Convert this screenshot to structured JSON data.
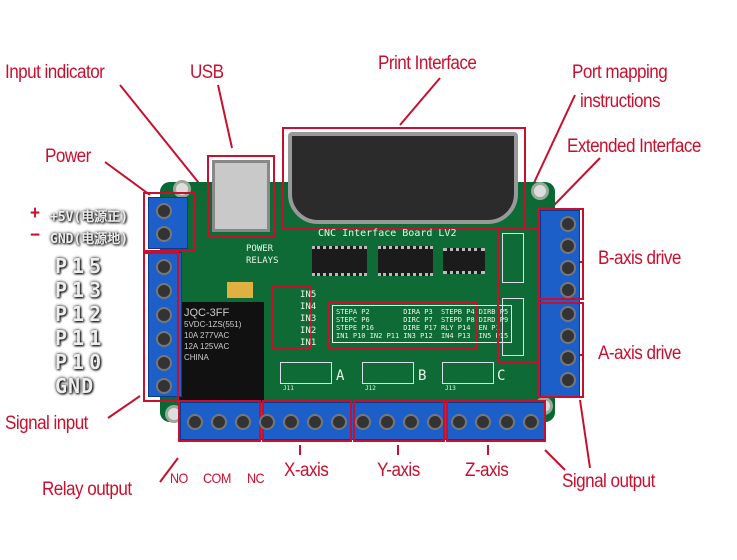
{
  "annotations": {
    "input_indicator": "Input indicator",
    "usb": "USB",
    "print_interface": "Print Interface",
    "port_mapping_1": "Port mapping",
    "port_mapping_2": "instructions",
    "extended_interface": "Extended Interface",
    "power": "Power",
    "b_axis": "B-axis drive",
    "a_axis": "A-axis drive",
    "signal_input": "Signal input",
    "relay_output": "Relay output",
    "no": "NO",
    "com": "COM",
    "nc": "NC",
    "x_axis": "X-axis",
    "y_axis": "Y-axis",
    "z_axis": "Z-axis",
    "signal_output": "Signal output"
  },
  "power_labels": {
    "plus": "+",
    "minus": "−",
    "vcc": "+5V(电源正)",
    "gnd": "GND(电源地)"
  },
  "pins": [
    "P15",
    "P13",
    "P12",
    "P11",
    "P10",
    "GND"
  ],
  "board": {
    "title": "CNC Interface Board LV2",
    "power": "POWER",
    "relays": "RELAYS",
    "inputs": [
      "IN5",
      "IN4",
      "IN3",
      "IN2",
      "IN1"
    ],
    "connectors": [
      "A",
      "B",
      "C"
    ],
    "jacks": [
      "J11",
      "J12",
      "J13"
    ],
    "mapping": [
      "STEPA P2",
      "DIRA P3",
      "STEPB P4",
      "DIRB P5",
      "STEPC P6",
      "DIRC P7",
      "STEPD P8",
      "DIRD P9",
      "STEPE P16",
      "DIRE P17",
      "RLY P14",
      "EN P1",
      "IN1 P10 IN2 P11",
      "IN3 P12",
      "IN4 P13",
      "IN5 P15"
    ],
    "relay": [
      "JQC-3FF",
      "5VDC-1ZS(551)",
      "10A 277VAC",
      "12A 125VAC",
      "CHINA"
    ]
  }
}
